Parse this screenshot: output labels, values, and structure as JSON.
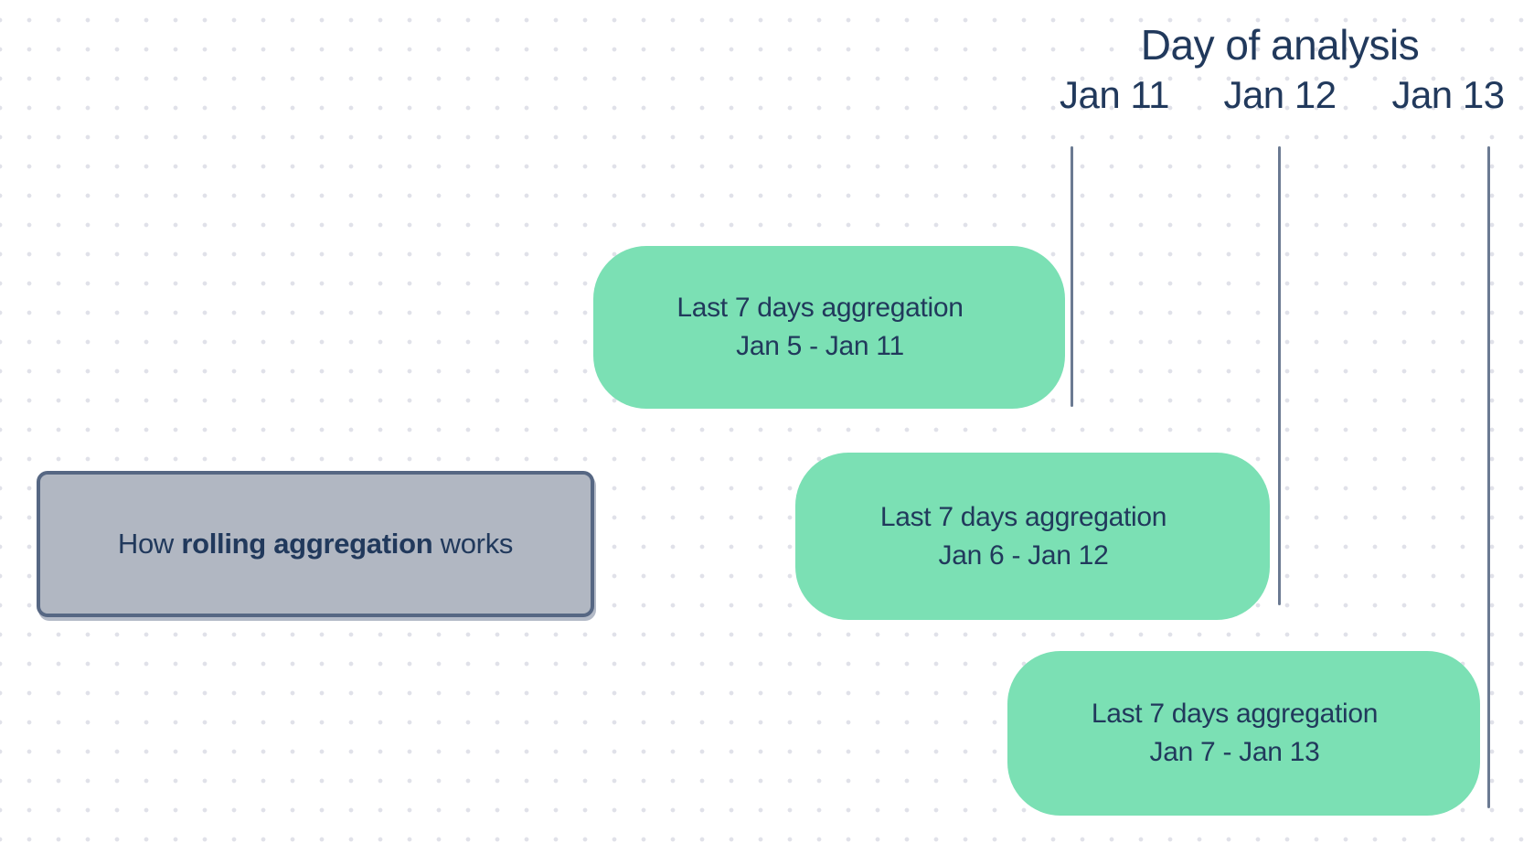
{
  "colors": {
    "canvas_background": "#ffffff",
    "dot_grid": "#e0e1e9",
    "text_navy": "#21395c",
    "aggregation_box_green": "#7be0b4",
    "legend_box_fill": "#b1b7c2",
    "legend_box_border": "#566783",
    "analysis_line": "#6b7a92"
  },
  "header": {
    "title": "Day of analysis",
    "dates": [
      "Jan 11",
      "Jan 12",
      "Jan 13"
    ]
  },
  "legend": {
    "text_before": "How ",
    "text_bold": "rolling aggregation",
    "text_after": " works"
  },
  "aggregations": [
    {
      "label": "Last 7 days aggregation",
      "range": "Jan 5 - Jan 11"
    },
    {
      "label": "Last 7 days aggregation",
      "range": "Jan 6 - Jan 12"
    },
    {
      "label": "Last 7 days aggregation",
      "range": "Jan 7 - Jan 13"
    }
  ]
}
